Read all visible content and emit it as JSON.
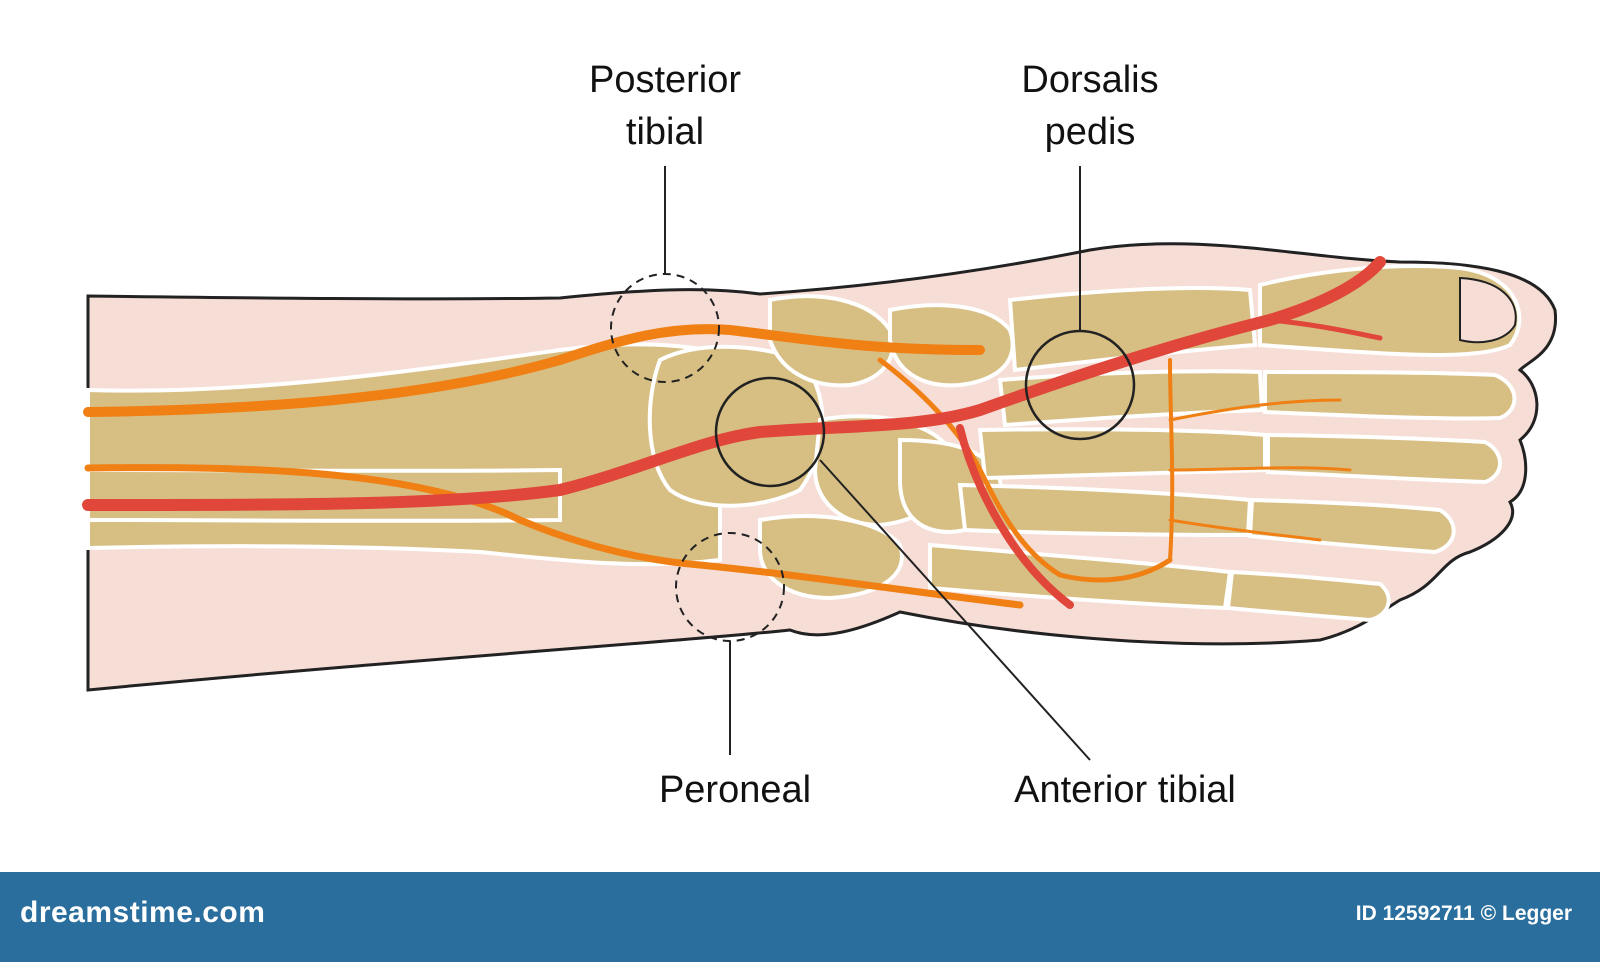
{
  "labels": {
    "posterior_tibial": [
      "Posterior",
      "tibial"
    ],
    "dorsalis_pedis": [
      "Dorsalis",
      "pedis"
    ],
    "peroneal": "Peroneal",
    "anterior_tibial": "Anterior tibial"
  },
  "footer": {
    "brand": "dreamstime.com",
    "credit": "ID 12592711 © Legger"
  },
  "colors": {
    "skin": "#f6ddd6",
    "bone": "#d7bf84",
    "artery_red": "#e0473a",
    "artery_orange": "#f07f14",
    "outline": "#222222",
    "footer": "#2a6e9e"
  }
}
